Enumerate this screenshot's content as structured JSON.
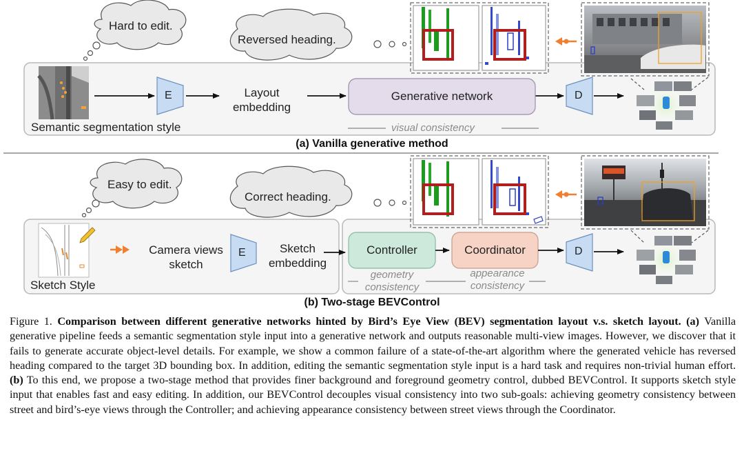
{
  "panel_a": {
    "thought_1": "Hard to edit.",
    "thought_2": "Reversed heading.",
    "input_label": "Semantic segmentation style",
    "encoder": "E",
    "embedding_line1": "Layout",
    "embedding_line2": "embedding",
    "network": "Generative network",
    "decoder": "D",
    "consistency": "visual consistency",
    "title": "(a) Vanilla generative method"
  },
  "panel_b": {
    "thought_1": "Easy to edit.",
    "thought_2": "Correct heading.",
    "input_label": "Sketch Style",
    "camera_line1": "Camera views",
    "camera_line2": "sketch",
    "encoder": "E",
    "embedding_line1": "Sketch",
    "embedding_line2": "embedding",
    "controller": "Controller",
    "coordinator": "Coordinator",
    "decoder": "D",
    "geometry_line1": "geometry",
    "geometry_line2": "consistency",
    "appearance_line1": "appearance",
    "appearance_line2": "consistency",
    "title": "(b) Two-stage BEVControl"
  },
  "caption": {
    "figure_label": "Figure 1.",
    "bold_title": "Comparison between different generative networks hinted by Bird’s Eye View (BEV) segmentation layout v.s. sketch layout.",
    "a_marker": "(a)",
    "text_a": "Vanilla generative pipeline feeds a semantic segmentation style input into a generative network and outputs reasonable multi-view images. However, we discover that it fails to generate accurate object-level details. For example, we show a common failure of a state-of-the-art algorithm where the generated vehicle has reversed heading compared to the target 3D bounding box. In addition, editing the semantic segmentation style input is a hard task and requires non-trivial human effort.",
    "b_marker": "(b)",
    "text_b": "To this end, we propose a two-stage method that provides finer background and foreground geometry control, dubbed BEVControl. It supports sketch style input that enables fast and easy editing. In addition, our BEVControl decouples visual consistency into two sub-goals: achieving geometry consistency between street and bird’s-eye views through the Controller; and achieving appearance consistency between street views through the Coordinator."
  }
}
